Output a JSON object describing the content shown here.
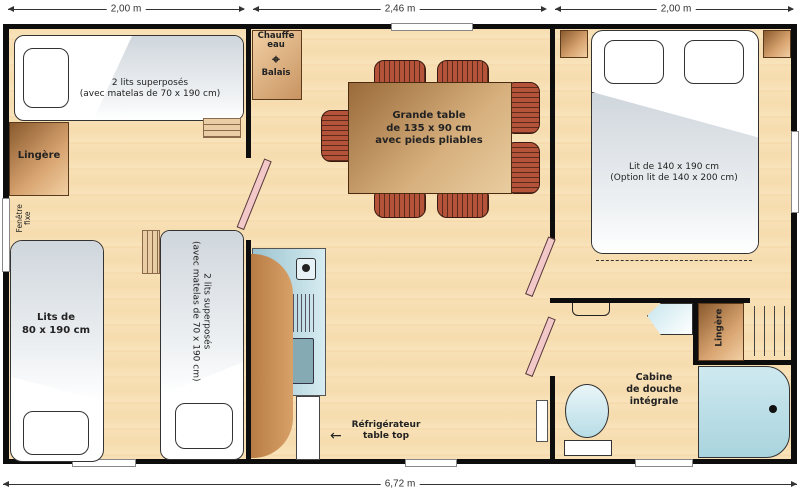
{
  "dimensions": {
    "top": [
      "2,00 m",
      "2,46 m",
      "2,00 m"
    ],
    "bottom": "6,72 m"
  },
  "rooms": {
    "bunk_top": {
      "line1": "2 lits superposés",
      "line2": "(avec matelas de 70 x 190 cm)"
    },
    "lingere_left": "Lingère",
    "chauffe_eau": {
      "line1": "Chauffe",
      "line2": "eau",
      "line3": "Balais"
    },
    "fenetre": {
      "line1": "Fenêtre",
      "line2": "fixe"
    },
    "twin_beds": {
      "line1": "Lits de",
      "line2": "80 x 190 cm"
    },
    "bunk_bottom": {
      "line1": "2 lits superposés",
      "line2": "(avec matelas de 70 x 190 cm)"
    },
    "table": {
      "line1": "Grande table",
      "line2": "de 135 x 90 cm",
      "line3": "avec pieds pliables"
    },
    "fridge": {
      "line1": "Réfrigérateur",
      "line2": "table top"
    },
    "double_bed": {
      "line1": "Lit de 140 x 190 cm",
      "line2": "(Option lit de 140 x 200 cm)"
    },
    "lingere_right": "Lingère",
    "shower": {
      "line1": "Cabine",
      "line2": "de douche",
      "line3": "intégrale"
    }
  },
  "colors": {
    "wall": "#0d0d0d",
    "floor": "#f6dcae",
    "furniture": "#c89462",
    "chair": "#b5533a"
  }
}
